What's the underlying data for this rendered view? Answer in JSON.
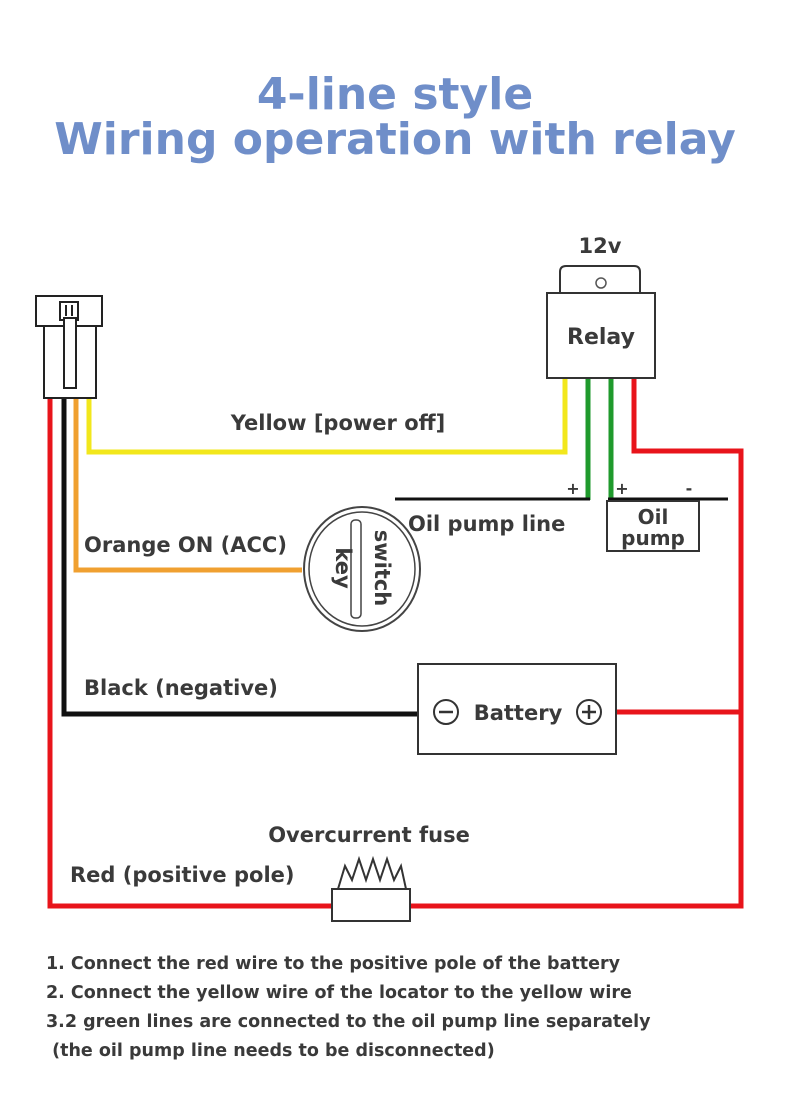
{
  "title": {
    "line1": "4-line style",
    "line2": "Wiring operation with relay"
  },
  "diagram": {
    "relay_voltage": "12v",
    "relay_label": "Relay",
    "yellow_label": "Yellow [power off]",
    "plus_left": "+",
    "plus_right": "+",
    "minus": "-",
    "oil_pump_line": "Oil pump line",
    "oil_pump_1": "Oil",
    "oil_pump_2": "pump",
    "orange_label": "Orange ON (ACC)",
    "key_switch_1": "switch",
    "key_switch_2": "key",
    "black_label": "Black (negative)",
    "battery_label": "Battery",
    "fuse_label": "Overcurrent fuse",
    "red_label": "Red (positive pole)"
  },
  "colors": {
    "title": "#6f8ec9",
    "red_wire": "#e8141b",
    "yellow_wire": "#f2e71c",
    "orange_wire": "#f0a030",
    "black_wire": "#111111",
    "green_wire": "#1f9a2c"
  },
  "notes": [
    "1. Connect the red wire to the positive pole of the battery",
    "2. Connect the yellow wire of the locator to the yellow wire",
    "3.2 green lines are connected to the oil pump line separately",
    " (the oil pump line needs to be disconnected)"
  ]
}
